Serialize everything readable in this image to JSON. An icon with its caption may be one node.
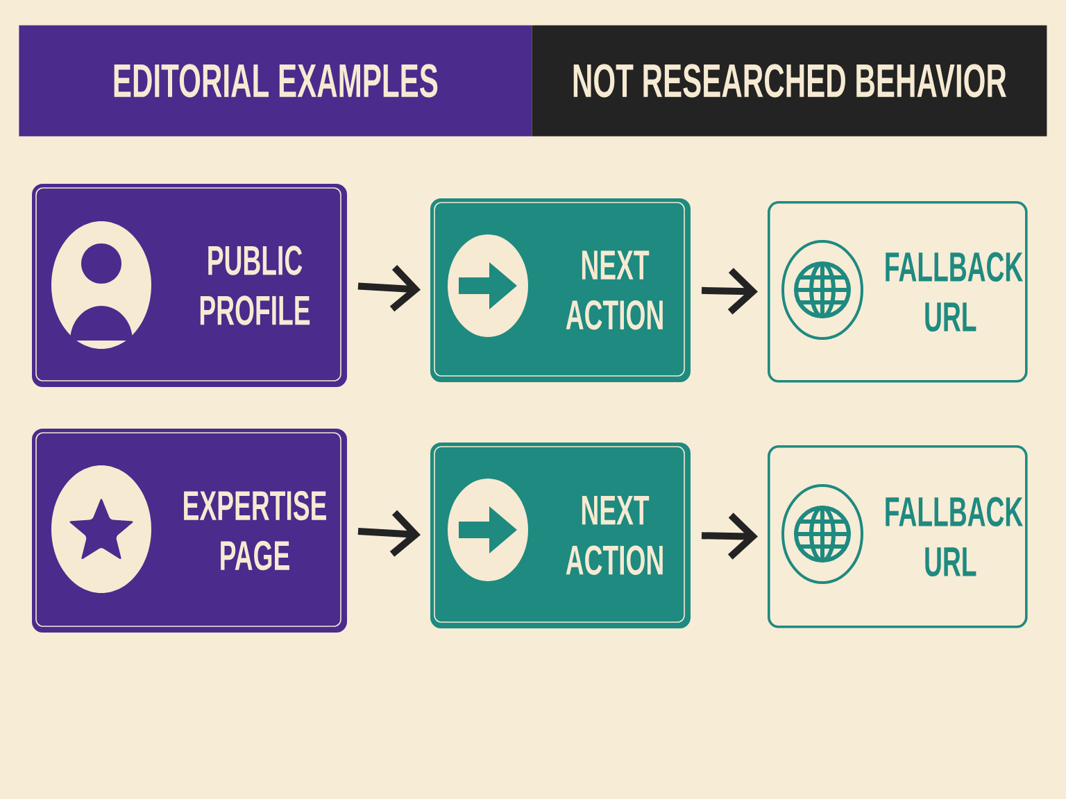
{
  "diagram": {
    "nodes": [
      {
        "text": [
          "EDITORIAL EXAMPLES"
        ]
      },
      {
        "text": [
          "NOT RESEARCHED BEHAVIOR"
        ]
      },
      {
        "text": [
          "PUBLIC PROFILE"
        ]
      },
      {
        "text": [
          "NEXT ACTION"
        ]
      },
      {
        "text": [
          "FALLBACK URL"
        ]
      },
      {
        "text": [
          "EXPERTISE PAGE"
        ]
      },
      {
        "text": [
          "NEXT ACTION"
        ]
      },
      {
        "text": [
          "FALLBACK URL"
        ]
      }
    ],
    "edges": [
      {
        "from": 2,
        "to": 3,
        "arrow": "to"
      },
      {
        "from": 3,
        "to": 4,
        "arrow": "to"
      },
      {
        "from": 5,
        "to": 6,
        "arrow": "to"
      },
      {
        "from": 6,
        "to": 7,
        "arrow": "to"
      }
    ]
  }
}
